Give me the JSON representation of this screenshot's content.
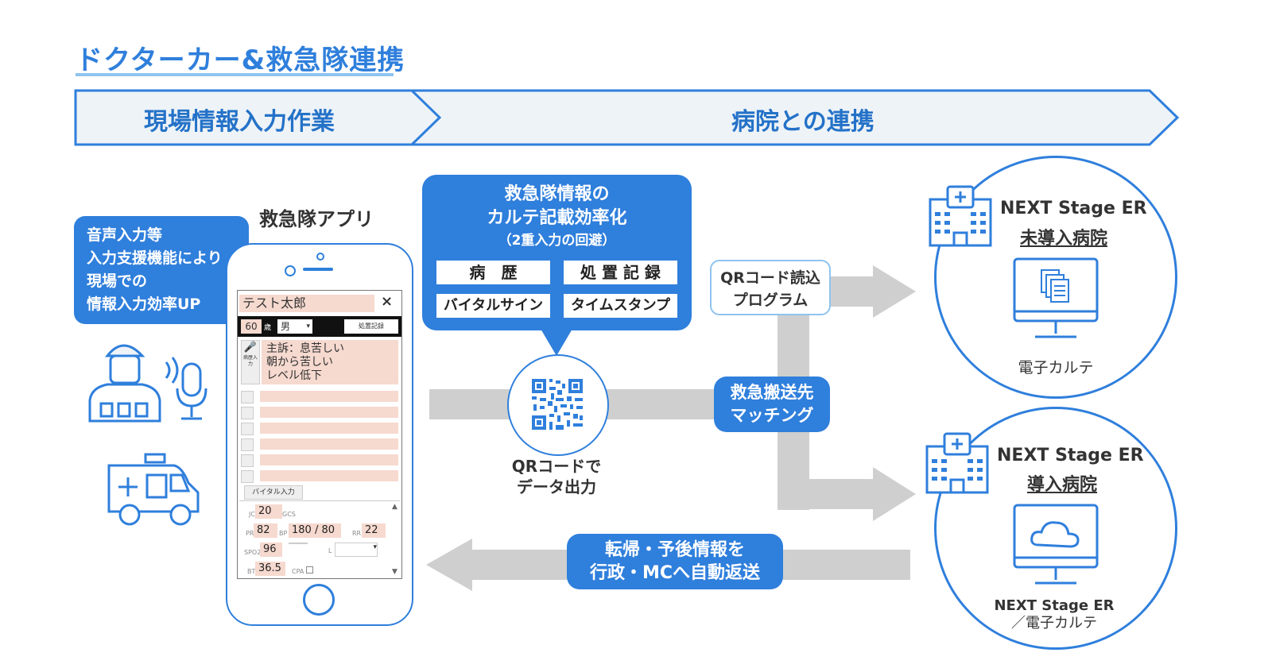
{
  "title": "ドクターカー&救急隊連携",
  "band": {
    "left": "現場情報入力作業",
    "right": "病院との連携"
  },
  "callout_voice": {
    "lines": [
      "音声入力等",
      "入力支援機能により",
      "現場での",
      "情報入力効率UP"
    ]
  },
  "app_label": "救急隊アプリ",
  "phone": {
    "patient_name": "テスト太郎",
    "close": "×",
    "age": "60",
    "age_unit": "歳",
    "sex": "男",
    "record_button": "処置記録",
    "mic_caption": "病歴入力",
    "complaint_lines": [
      "主訴：息苦しい",
      "朝から苦しい",
      "レベル低下"
    ],
    "vital_button": "バイタル入力",
    "jcs_label": "JCS",
    "jcs": "20",
    "gcs_label": "GCS",
    "pr_label": "PR",
    "pr": "82",
    "bp_label": "BP",
    "bp": "180 / 80",
    "rr_label": "RR",
    "rr": "22",
    "spo2_label": "SPO2",
    "spo2": "96",
    "l_label": "L",
    "bt_label": "BT",
    "bt": "36.5",
    "cpa_label": "CPA"
  },
  "efficiency": {
    "lines": [
      "救急隊情報の",
      "カルテ記載効率化"
    ],
    "sub": "（2重入力の回避）",
    "chips": [
      "病　歴",
      "処 置 記 録",
      "バイタルサイン",
      "タイムスタンプ"
    ]
  },
  "qr": {
    "caption": [
      "QRコードで",
      "データ出力"
    ]
  },
  "qr_reader": [
    "QRコード読込",
    "プログラム"
  ],
  "matching": [
    "救急搬送先",
    "マッチング"
  ],
  "return": [
    "転帰・予後情報を",
    "行政・MCへ自動返送"
  ],
  "hospital_top": {
    "name": "NEXT Stage ER",
    "status": "未導入病院",
    "caption": "電子カルテ"
  },
  "hospital_bottom": {
    "name": "NEXT Stage ER",
    "status": "導入病院",
    "caption": [
      "NEXT Stage ER",
      "／電子カルテ"
    ]
  },
  "colors": {
    "accent": "#2f7fdc",
    "arrow": "#cfcfcf",
    "band_fill": "#eef3f7",
    "phone_field": "#f6d9cf"
  },
  "icons": [
    "paramedic-icon",
    "microphone-icon",
    "ambulance-icon",
    "qr-code-icon",
    "hospital-icon",
    "monitor-icon",
    "document-icon",
    "cloud-icon"
  ]
}
